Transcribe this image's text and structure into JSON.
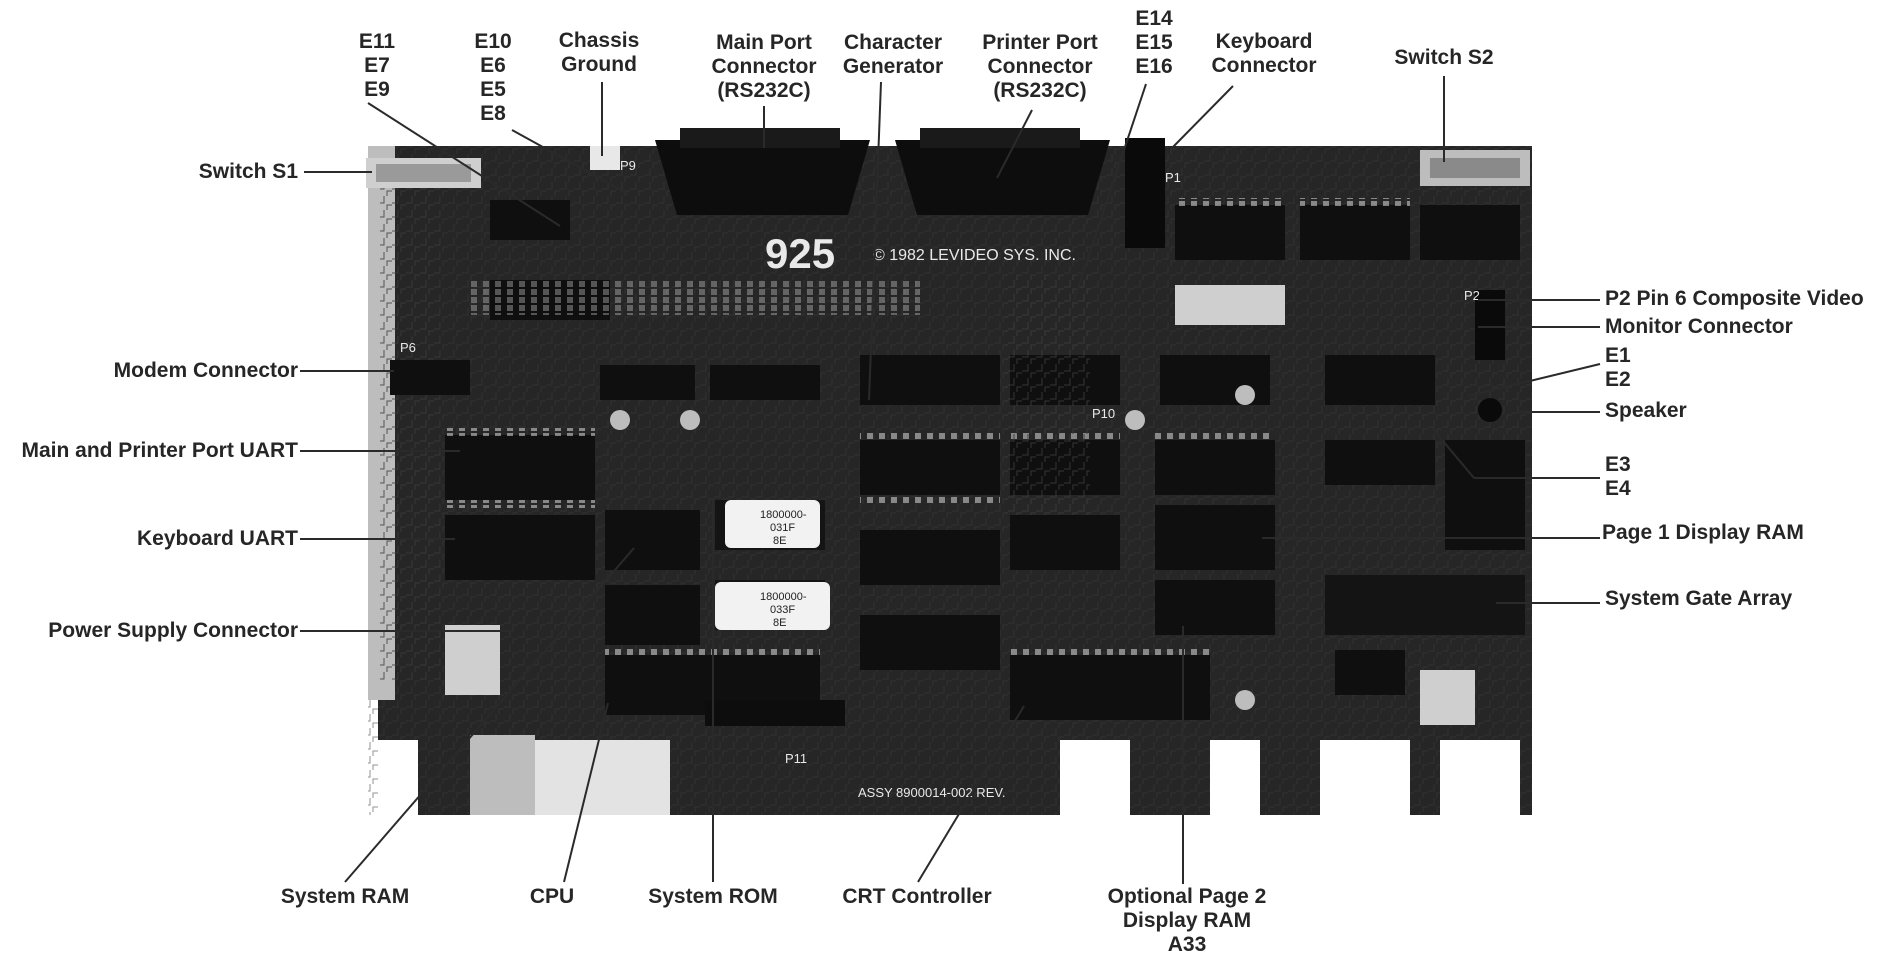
{
  "labels": {
    "e11_e7_e9": [
      "E11",
      "E7",
      "E9"
    ],
    "e10_e6_e5_e8": [
      "E10",
      "E6",
      "E5",
      "E8"
    ],
    "chassis_ground": [
      "Chassis",
      "Ground"
    ],
    "main_port_connector": [
      "Main Port",
      "Connector",
      "(RS232C)"
    ],
    "character_generator": [
      "Character",
      "Generator"
    ],
    "printer_port_connector": [
      "Printer Port",
      "Connector",
      "(RS232C)"
    ],
    "e14_e15_e16": [
      "E14",
      "E15",
      "E16"
    ],
    "keyboard_connector": [
      "Keyboard",
      "Connector"
    ],
    "switch_s2": "Switch S2",
    "switch_s1": "Switch S1",
    "modem_connector": "Modem Connector",
    "main_printer_uart": "Main and Printer Port UART",
    "keyboard_uart": "Keyboard UART",
    "power_supply_connector": "Power Supply Connector",
    "p2_pin6_composite_video": "P2 Pin 6 Composite Video",
    "monitor_connector": "Monitor Connector",
    "e1_e2": [
      "E1",
      "E2"
    ],
    "speaker": "Speaker",
    "e3_e4": [
      "E3",
      "E4"
    ],
    "page1_display_ram": "Page 1 Display RAM",
    "system_gate_array": "System Gate Array",
    "system_ram": "System RAM",
    "cpu": "CPU",
    "system_rom": "System ROM",
    "crt_controller": "CRT Controller",
    "optional_page2_display_ram": [
      "Optional Page 2",
      "Display RAM",
      "A33"
    ]
  },
  "board_markings": {
    "model_number": "925",
    "copyright": "© 1982 LEVIDEO SYS. INC.",
    "assembly_number": "ASSY 8900014-002 REV.",
    "rom_label_1": [
      "1800000-",
      "031F",
      "8E"
    ],
    "rom_label_2": [
      "1800000-",
      "033F",
      "8E"
    ],
    "connectors": {
      "p1": "P1",
      "p2": "P2",
      "p6": "P6",
      "p9": "P9",
      "p10": "P10",
      "p11": "P11"
    }
  },
  "colors": {
    "board": "#262626",
    "board_dark": "#141414",
    "ink": "#262626",
    "leader": "#2a2a2a",
    "silkscreen": "#e9e9e9",
    "paper": "#ffffff",
    "chip": "#0f0f0f",
    "pin": "#d8d8d8"
  }
}
